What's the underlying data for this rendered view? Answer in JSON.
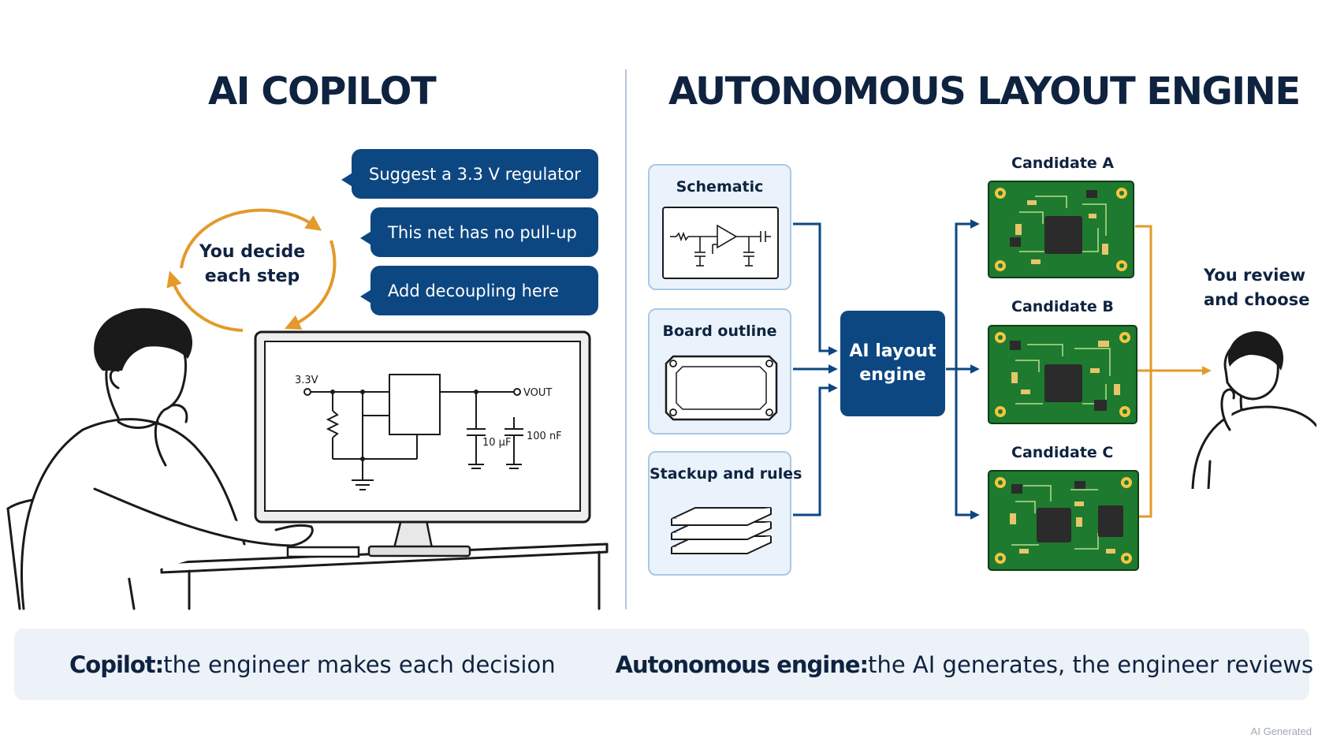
{
  "left": {
    "title": "AI COPILOT",
    "bubbles": [
      "Suggest a 3.3 V regulator",
      "This net has no pull-up",
      "Add decoupling here"
    ],
    "loop_text": [
      "You decide",
      "each step"
    ],
    "schematic": {
      "v_in": "3.3V",
      "v_out": "VOUT",
      "cap1": "10 µF",
      "cap2": "100 nF"
    }
  },
  "right": {
    "title": "AUTONOMOUS LAYOUT ENGINE",
    "inputs": [
      "Schematic",
      "Board outline",
      "Stackup and rules"
    ],
    "engine": [
      "AI layout",
      "engine"
    ],
    "candidates": [
      "Candidate A",
      "Candidate B",
      "Candidate C"
    ],
    "review_text": [
      "You review",
      "and choose"
    ]
  },
  "banner": {
    "copilot_label": "Copilot:",
    "copilot_text": " the engineer makes each decision",
    "engine_label": "Autonomous engine:",
    "engine_text": " the AI generates, the engineer reviews"
  },
  "watermark": "AI Generated",
  "colors": {
    "navy": "#0d4782",
    "dark_text": "#0f2340",
    "accent_orange": "#e39a2a",
    "pcb_green": "#1e7a2e",
    "panel_blue": "#eaf3fb"
  }
}
